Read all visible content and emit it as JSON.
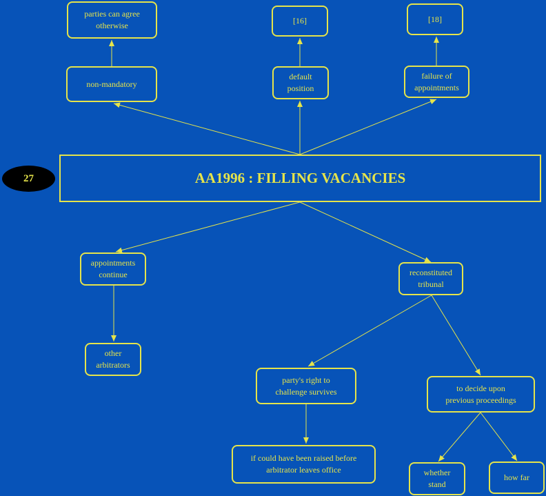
{
  "slide_number": "27",
  "title": "AA1996 : FILLING VACANCIES",
  "nodes": {
    "parties_agree": "parties can agree\notherwise",
    "non_mandatory": "non-mandatory",
    "ref16": "[16]",
    "default_position": "default\nposition",
    "ref18": "[18]",
    "failure_appointments": "failure of\nappointments",
    "appointments_continue": "appointments\ncontinue",
    "other_arbitrators": "other\narbitrators",
    "reconstituted": "reconstituted\ntribunal",
    "party_right": "party's right to\nchallenge survives",
    "if_could": "if could have been raised before\narbitrator leaves office",
    "to_decide": "to decide upon\nprevious proceedings",
    "whether_stand": "whether\nstand",
    "how_far": "how far"
  },
  "colors": {
    "background": "#0753b8",
    "line": "#e6e44a",
    "badge": "#000000"
  }
}
